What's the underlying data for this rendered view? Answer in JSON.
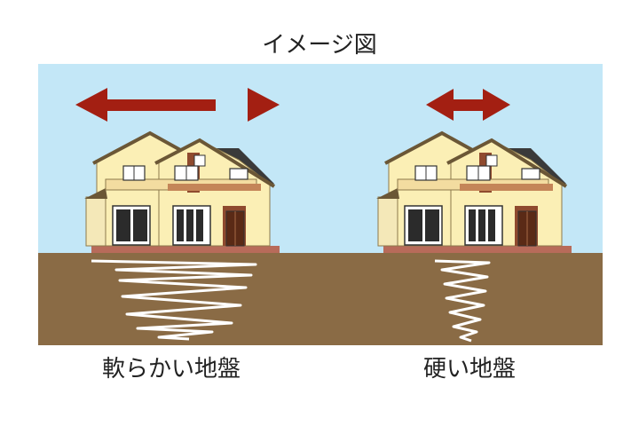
{
  "title": "イメージ図",
  "colors": {
    "sky": "#c3e7f7",
    "ground": "#8a6b45",
    "arrow": "#a31f12",
    "wall": "#fbefb5",
    "roof": "#3a3a3a",
    "brick": "#8f4a2e",
    "shake": "#ffffff"
  },
  "scenes": [
    {
      "id": "soft",
      "caption": "軟らかい地盤",
      "arrow": "long",
      "shake": "wide"
    },
    {
      "id": "hard",
      "caption": "硬い地盤",
      "arrow": "short",
      "shake": "narrow"
    }
  ]
}
